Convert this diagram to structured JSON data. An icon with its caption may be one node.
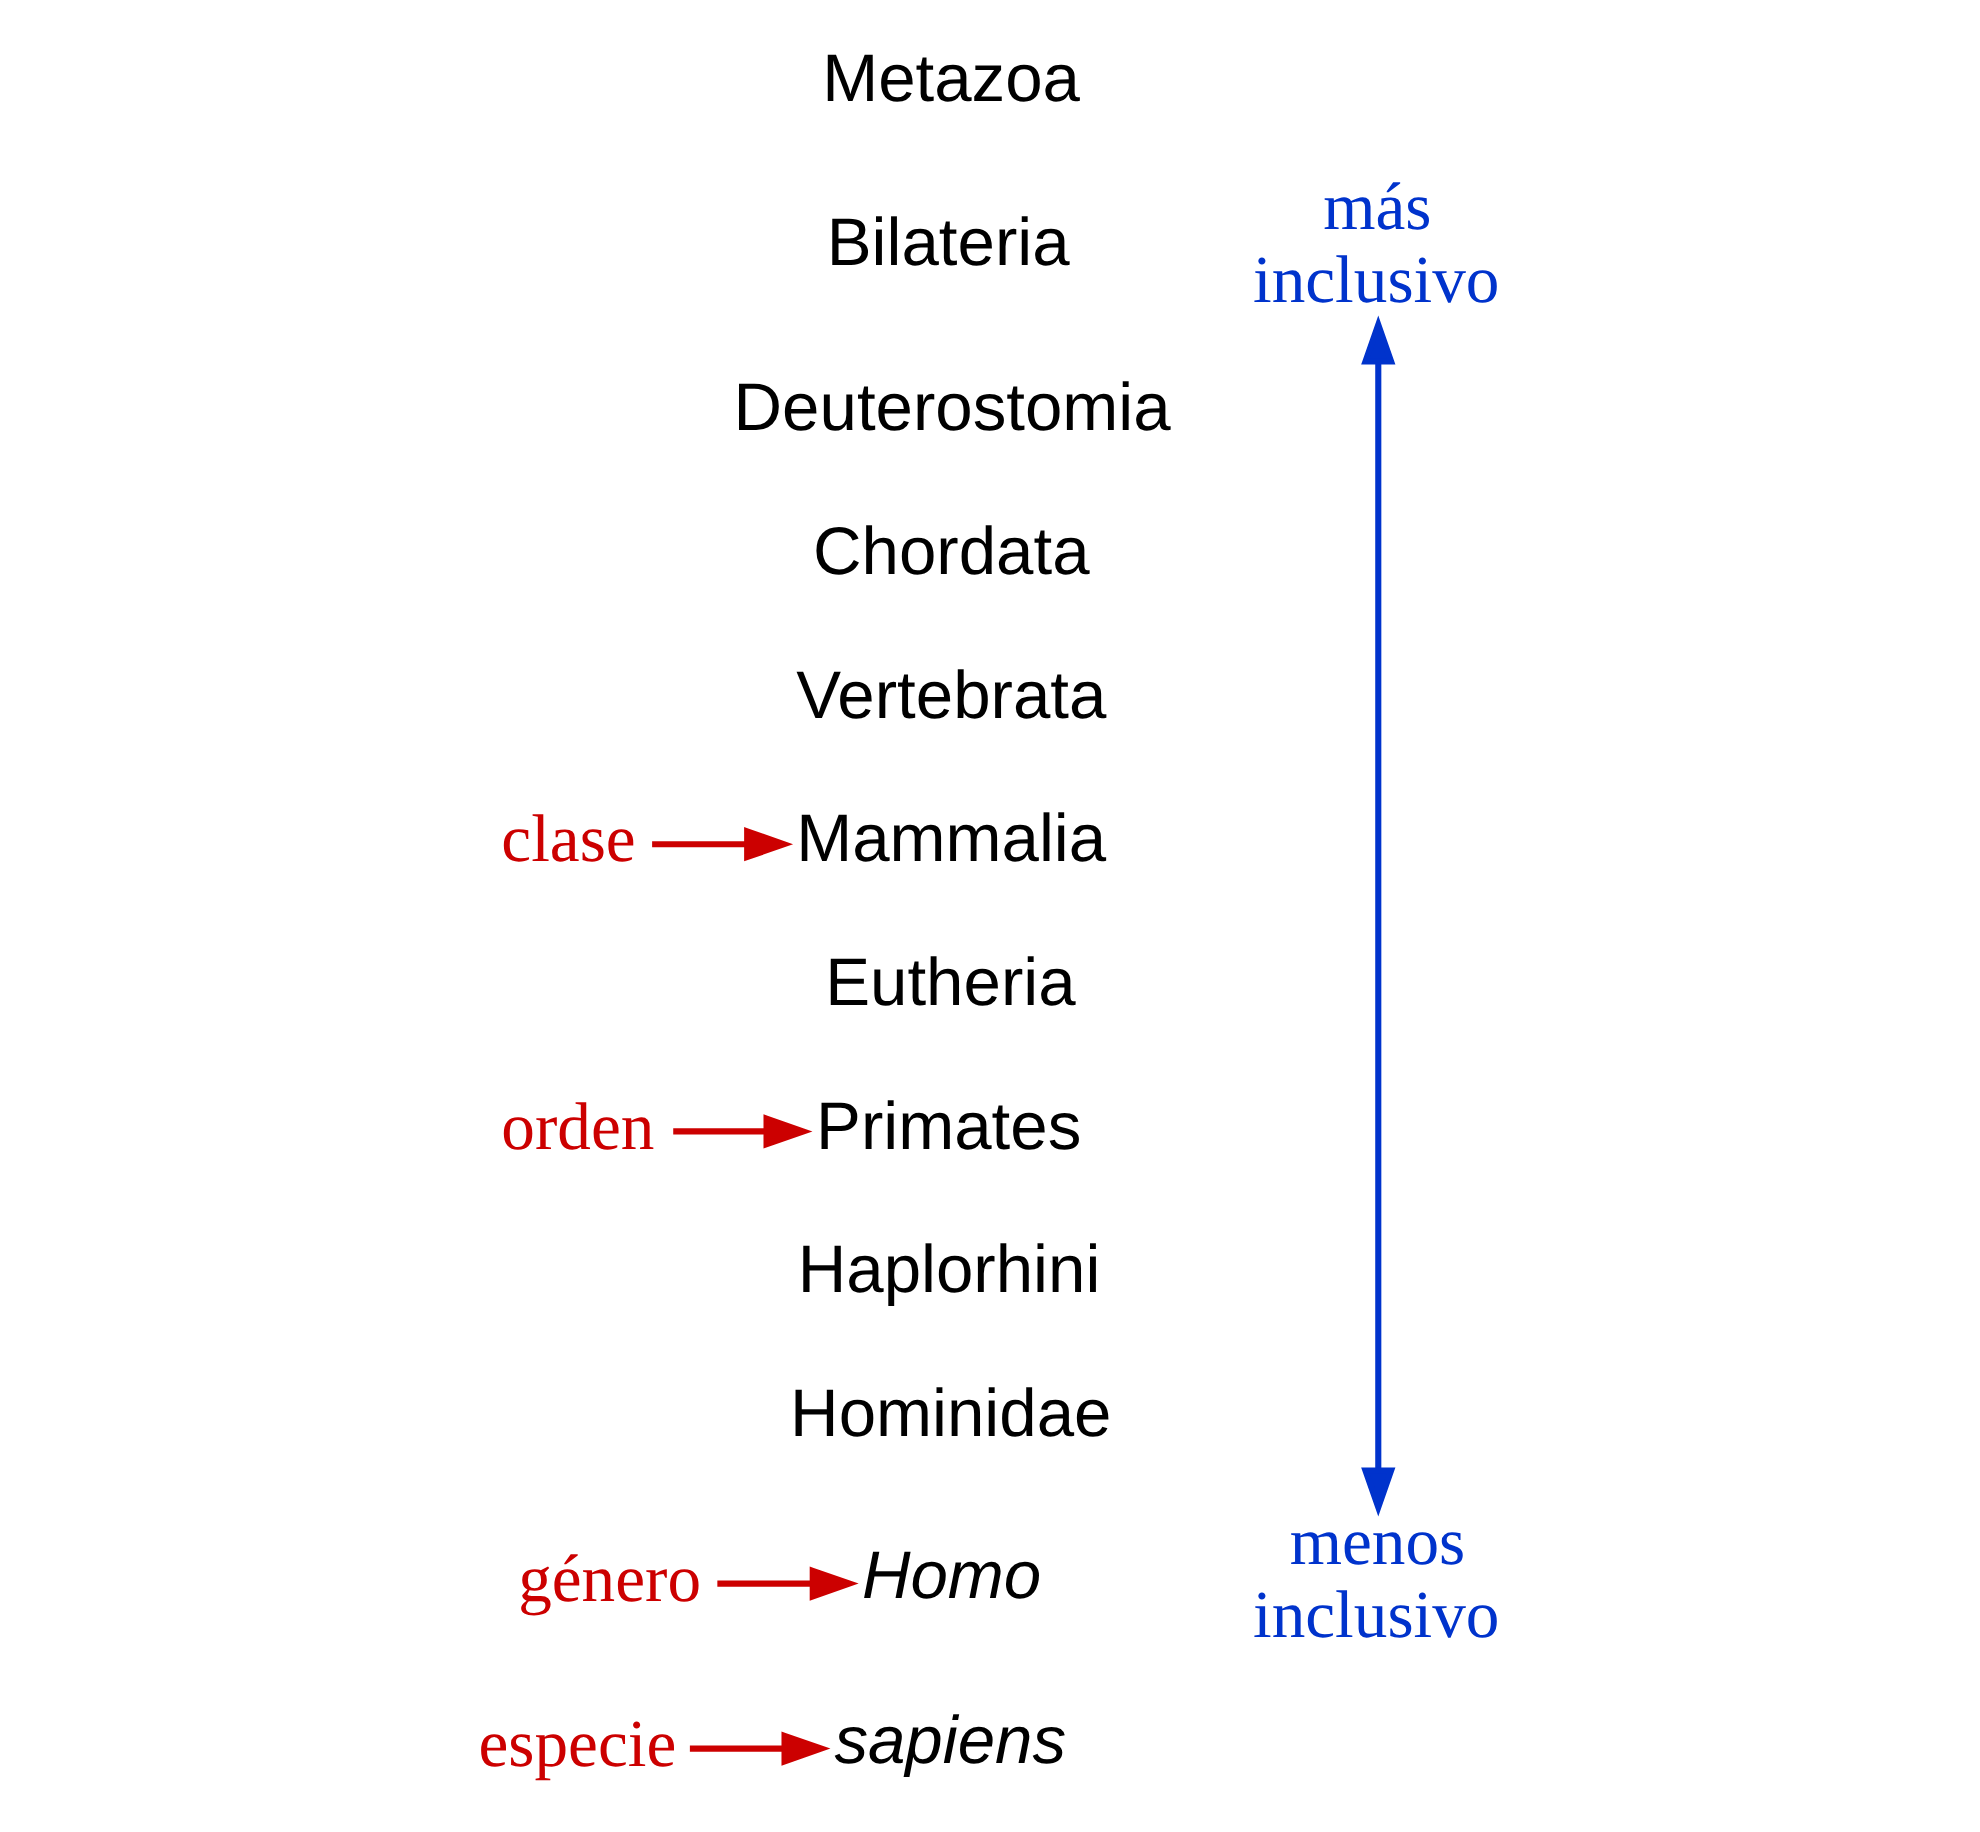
{
  "diagram": {
    "nodes": [
      {
        "text": [
          "Metazoa"
        ]
      },
      {
        "text": [
          "Bilateria"
        ]
      },
      {
        "text": [
          "Deuterostomia"
        ]
      },
      {
        "text": [
          "Chordata"
        ]
      },
      {
        "text": [
          "Vertebrata"
        ]
      },
      {
        "text": [
          "Mammalia"
        ]
      },
      {
        "text": [
          "Eutheria"
        ]
      },
      {
        "text": [
          "Primates"
        ]
      },
      {
        "text": [
          "Haplorhini"
        ]
      },
      {
        "text": [
          "Hominidae"
        ]
      },
      {
        "text": [
          "Homo"
        ]
      },
      {
        "text": [
          "sapiens"
        ]
      },
      {
        "text": [
          "clase"
        ]
      },
      {
        "text": [
          "orden"
        ]
      },
      {
        "text": [
          "género"
        ]
      },
      {
        "text": [
          "especie"
        ]
      },
      {
        "text": [
          "más inclusivo"
        ]
      },
      {
        "text": [
          "menos inclusivo"
        ]
      }
    ],
    "edges": [
      {
        "from": 12,
        "to": 5,
        "arrow": "to",
        "color": "#cc0000"
      },
      {
        "from": 13,
        "to": 7,
        "arrow": "to",
        "color": "#cc0000"
      },
      {
        "from": 14,
        "to": 10,
        "arrow": "to",
        "color": "#cc0000"
      },
      {
        "from": 15,
        "to": 11,
        "arrow": "to",
        "color": "#cc0000"
      },
      {
        "from": 16,
        "to": 17,
        "arrow": "both",
        "color": "#0033cc"
      }
    ]
  }
}
